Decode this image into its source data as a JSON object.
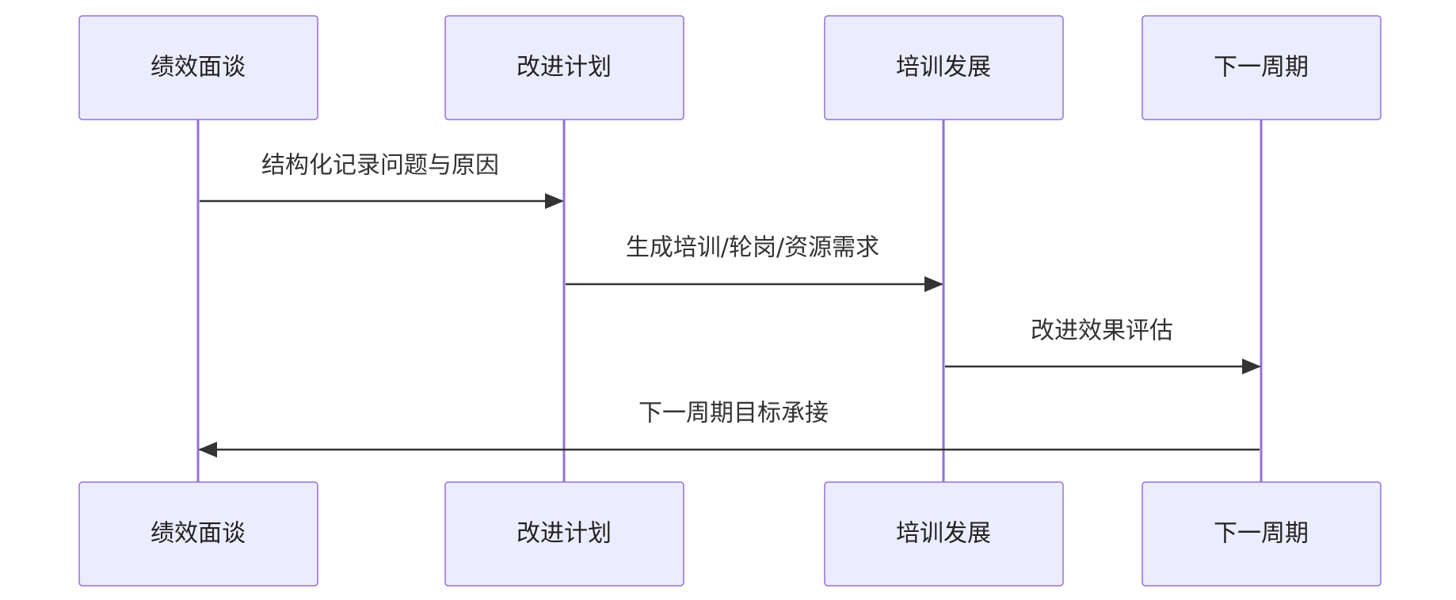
{
  "participants": [
    {
      "id": "interview",
      "label": "绩效面谈"
    },
    {
      "id": "plan",
      "label": "改进计划"
    },
    {
      "id": "training",
      "label": "培训发展"
    },
    {
      "id": "next",
      "label": "下一周期"
    }
  ],
  "messages": [
    {
      "from": "interview",
      "to": "plan",
      "text": "结构化记录问题与原因"
    },
    {
      "from": "plan",
      "to": "training",
      "text": "生成培训/轮岗/资源需求"
    },
    {
      "from": "training",
      "to": "next",
      "text": "改进效果评估"
    },
    {
      "from": "next",
      "to": "interview",
      "text": "下一周期目标承接"
    }
  ],
  "colors": {
    "actor_fill": "#ececff",
    "actor_stroke": "#9370db",
    "lifeline": "#9370db",
    "message": "#333333"
  }
}
